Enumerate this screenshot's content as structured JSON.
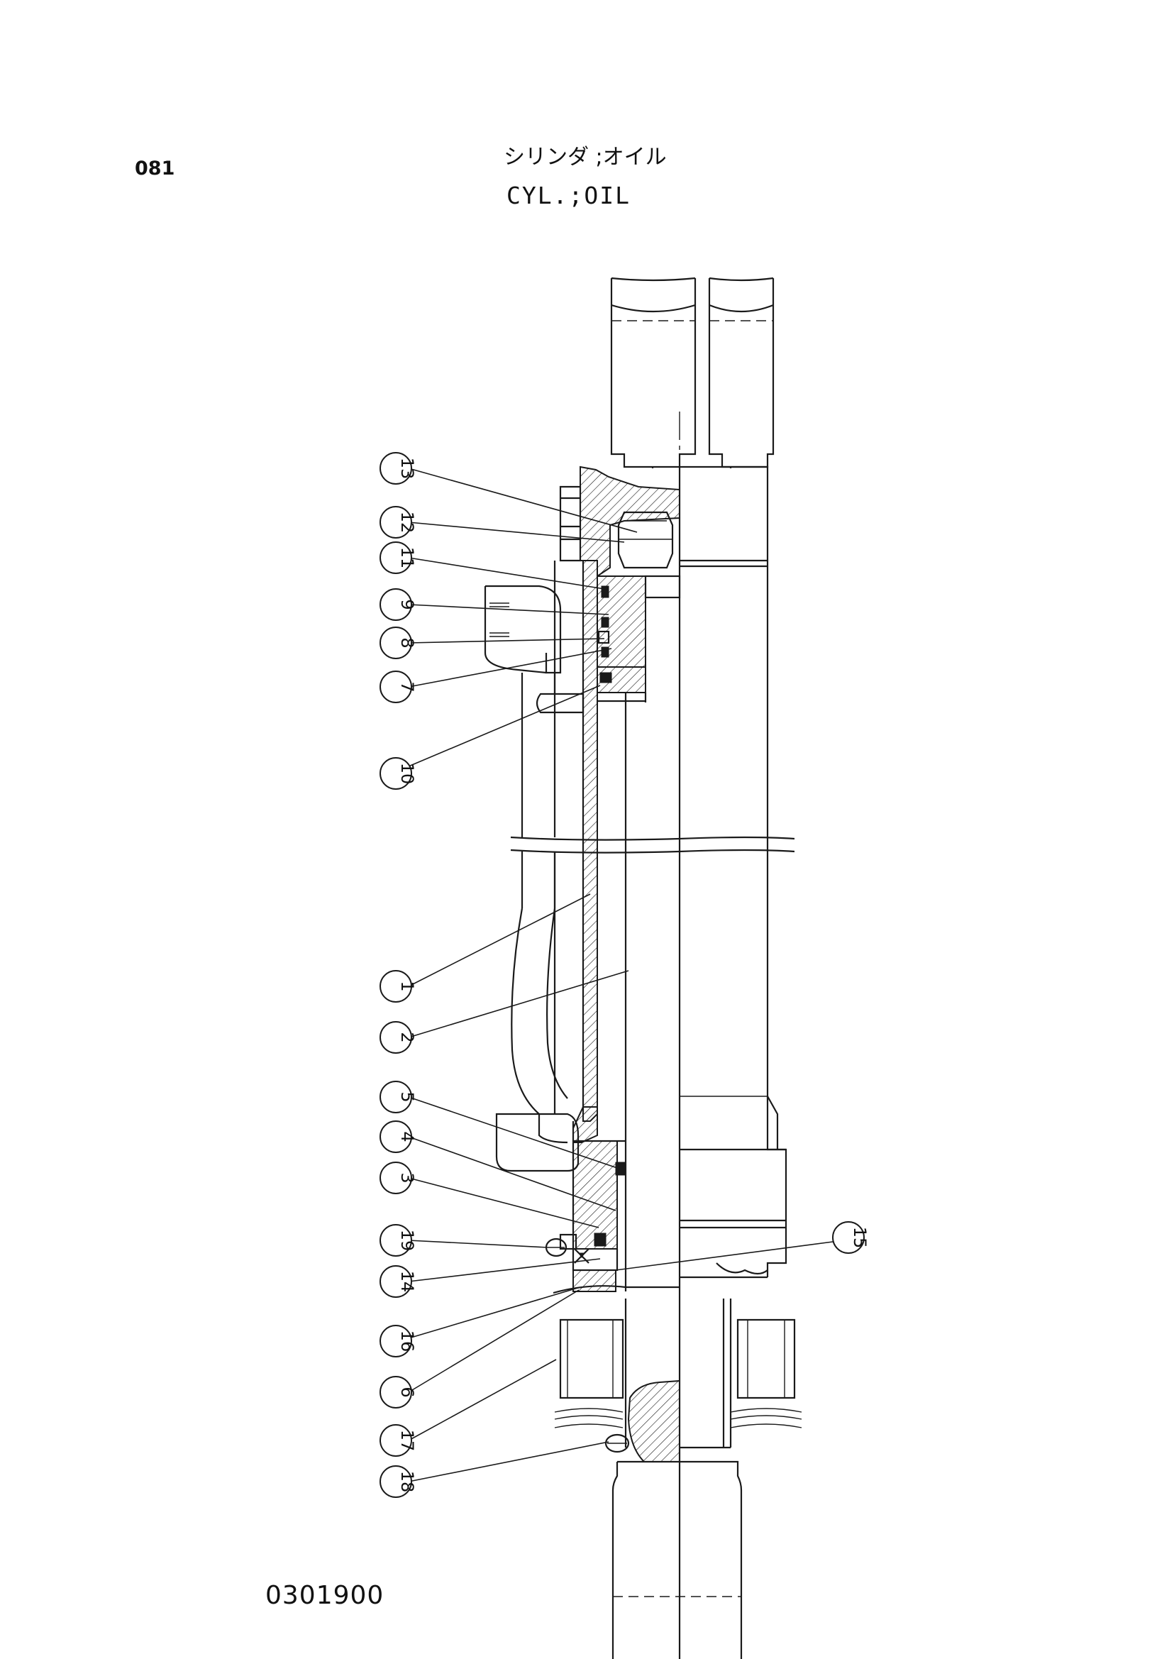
{
  "header": {
    "page_number": "081",
    "title_jp": "シリンダ ;オイル",
    "title_en": "CYL.;OIL"
  },
  "footer": {
    "drawing_number": "0301900"
  },
  "callouts": [
    "13",
    "12",
    "11",
    "9",
    "8",
    "7",
    "10",
    "1",
    "2",
    "5",
    "4",
    "3",
    "19",
    "14",
    "16",
    "6",
    "17",
    "18",
    "15"
  ]
}
